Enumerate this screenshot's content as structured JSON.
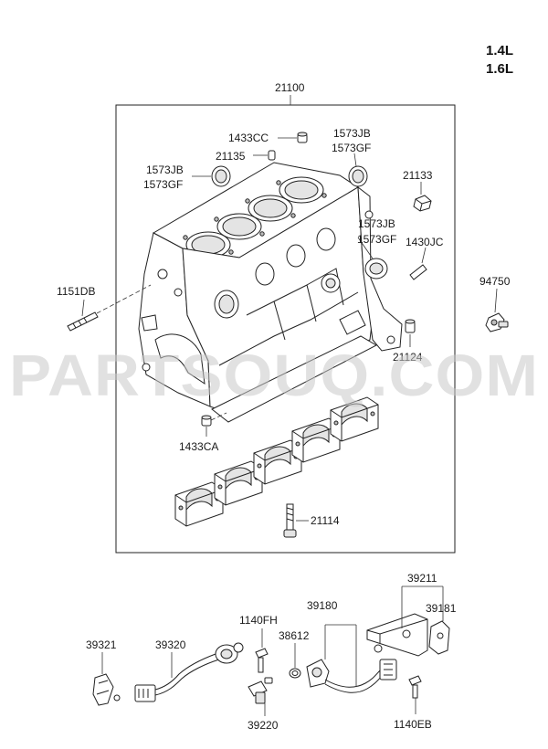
{
  "engine_variants": [
    "1.4L",
    "1.6L"
  ],
  "watermark": "PARTSOUQ.COM",
  "labels": {
    "assembly": "21100",
    "p1433CC": "1433CC",
    "p21135": "21135",
    "p1573JB_a": "1573JB",
    "p1573GF_a": "1573GF",
    "p1573JB_b": "1573JB",
    "p1573GF_b": "1573GF",
    "p1573JB_c": "1573JB",
    "p1573GF_c": "1573GF",
    "p21133": "21133",
    "p1430JC": "1430JC",
    "p94750": "94750",
    "p1151DB": "1151DB",
    "p21124": "21124",
    "p1433CA": "1433CA",
    "p21114": "21114",
    "p39211": "39211",
    "p39180": "39180",
    "p39181": "39181",
    "p1140FH": "1140FH",
    "p38612": "38612",
    "p39321": "39321",
    "p39320": "39320",
    "p39220": "39220",
    "p1140EB": "1140EB"
  }
}
